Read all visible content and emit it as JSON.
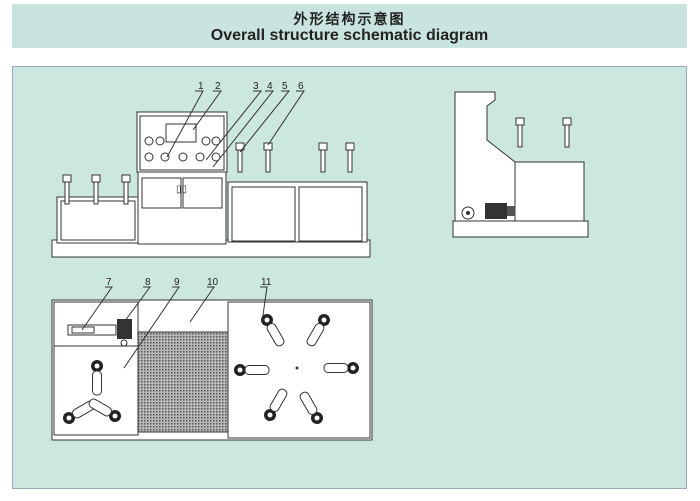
{
  "header": {
    "title_cn": "外形结构示意图",
    "title_en": "Overall structure schematic diagram"
  },
  "callouts": [
    "1",
    "2",
    "3",
    "4",
    "5",
    "6",
    "7",
    "8",
    "9",
    "10",
    "11"
  ]
}
